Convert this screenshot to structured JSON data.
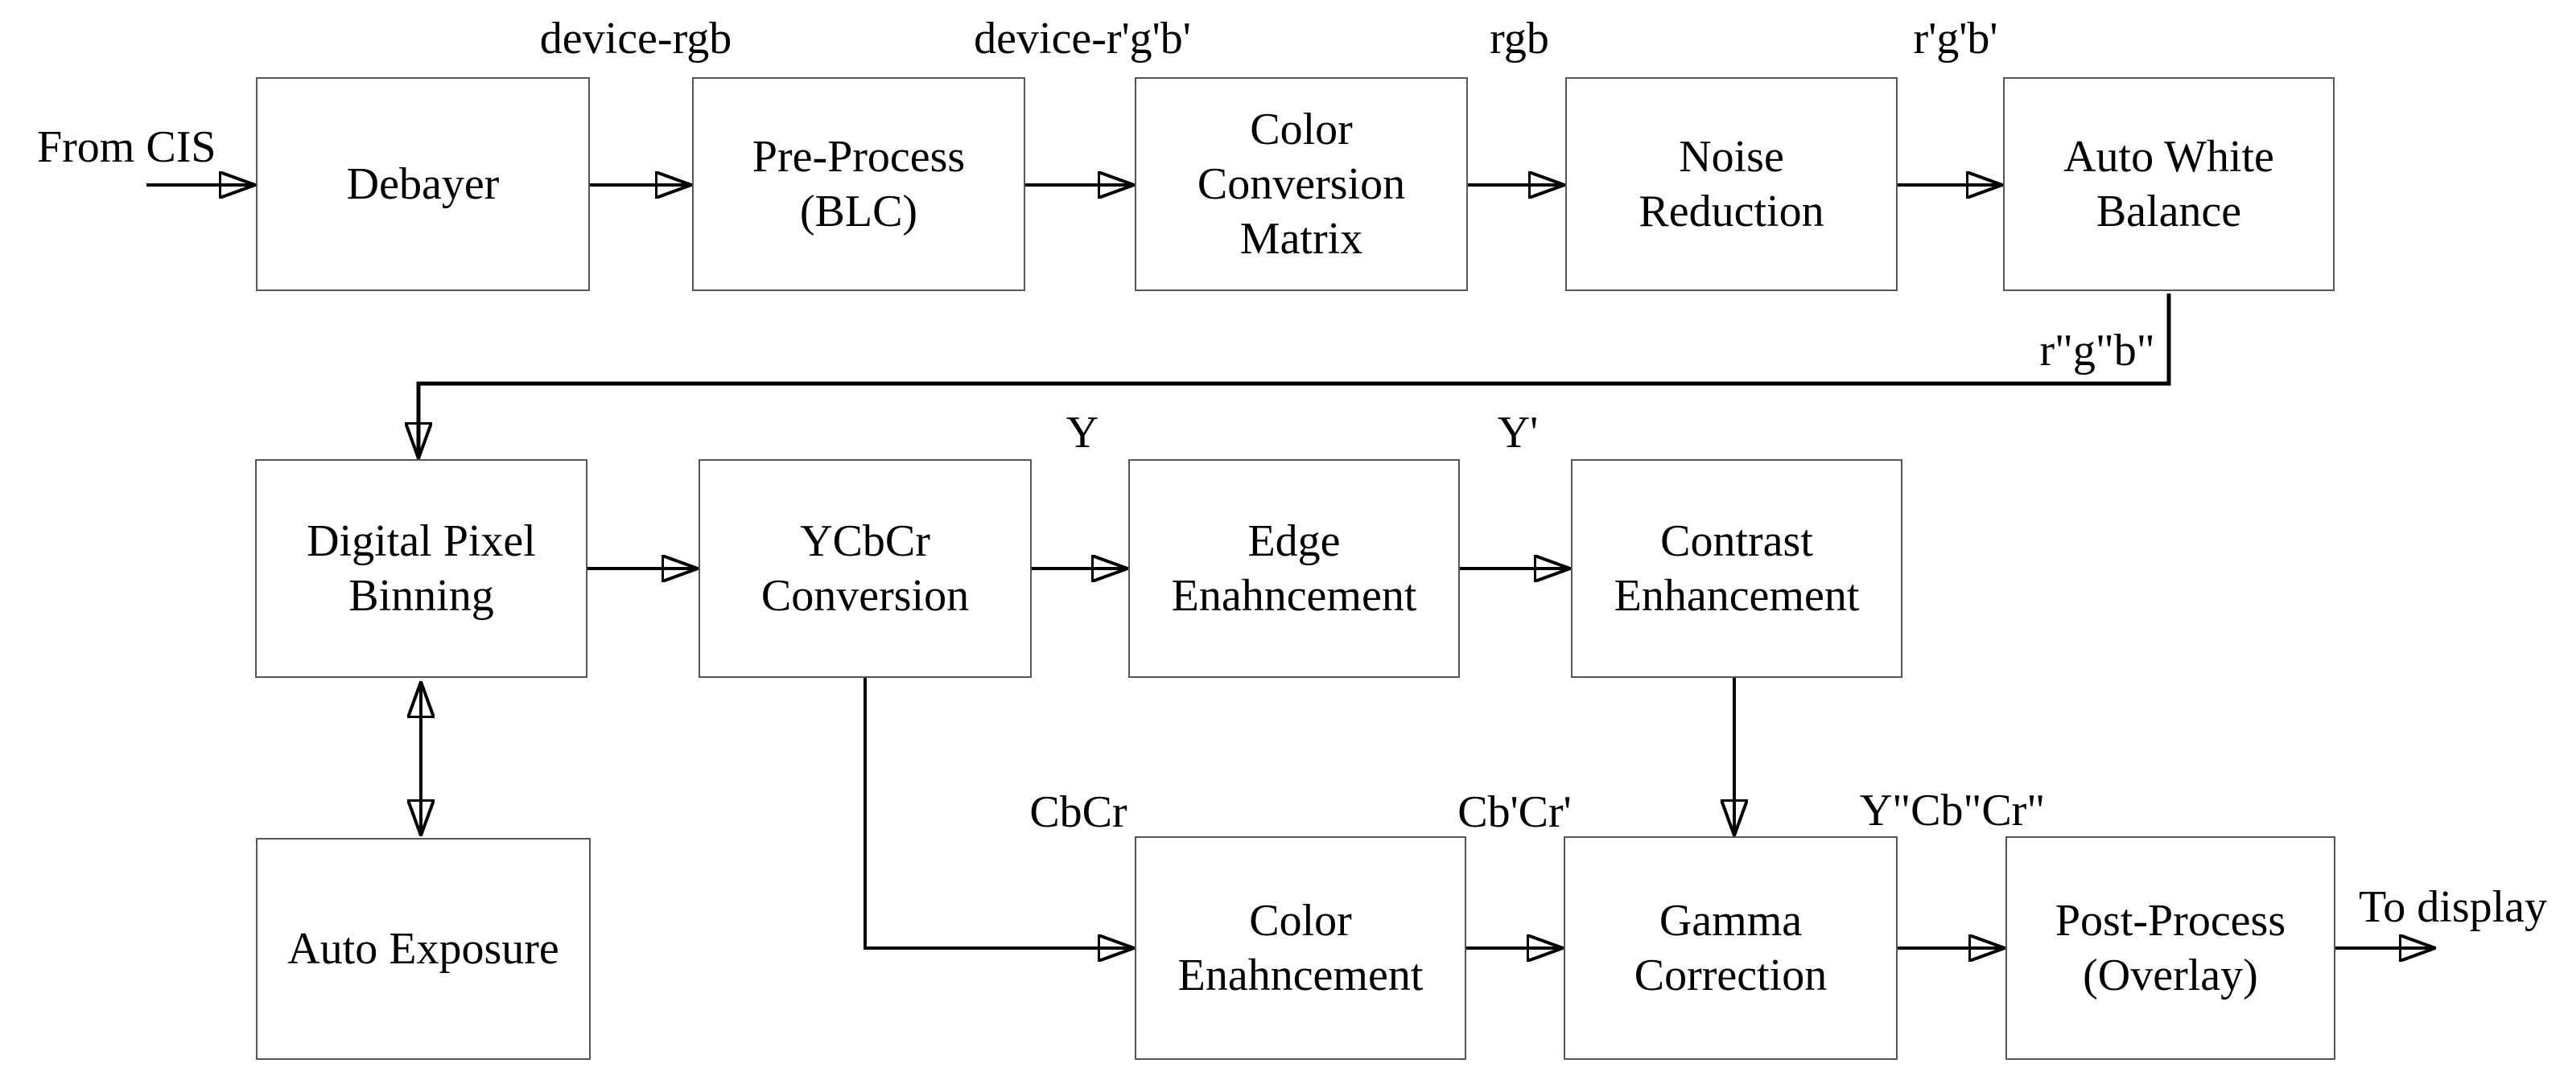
{
  "nodes": [
    {
      "id": "debayer",
      "label": "Debayer"
    },
    {
      "id": "pre-process",
      "label": "Pre-Process\n(BLC)"
    },
    {
      "id": "color-conversion-matrix",
      "label": "Color\nConversion\nMatrix"
    },
    {
      "id": "noise-reduction",
      "label": "Noise\nReduction"
    },
    {
      "id": "auto-white-balance",
      "label": "Auto White\nBalance"
    },
    {
      "id": "digital-pixel-binning",
      "label": "Digital Pixel\nBinning"
    },
    {
      "id": "ycbcr-conversion",
      "label": "YCbCr\nConversion"
    },
    {
      "id": "edge-enahncement",
      "label": "Edge\nEnahncement"
    },
    {
      "id": "contrast-enhancement",
      "label": "Contrast\nEnhancement"
    },
    {
      "id": "auto-exposure",
      "label": "Auto Exposure"
    },
    {
      "id": "color-enahncement",
      "label": "Color\nEnahncement"
    },
    {
      "id": "gamma-correction",
      "label": "Gamma\nCorrection"
    },
    {
      "id": "post-process",
      "label": "Post-Process\n(Overlay)"
    }
  ],
  "labels": {
    "from_cis": "From CIS",
    "device_rgb": "device-rgb",
    "device_rgb_prime": "device-r'g'b'",
    "rgb": "rgb",
    "rgb_prime": "r'g'b'",
    "rgb_doubleprime": "r\"g\"b\"",
    "y": "Y",
    "y_prime": "Y'",
    "cbcr": "CbCr",
    "cbcr_prime": "Cb'Cr'",
    "ycbcr_doubleprime": "Y\"Cb\"Cr\"",
    "to_display": "To display"
  },
  "edges": [
    {
      "from": "CIS",
      "to": "Debayer",
      "signal": "From CIS"
    },
    {
      "from": "Debayer",
      "to": "Pre-Process (BLC)",
      "signal": "device-rgb"
    },
    {
      "from": "Pre-Process (BLC)",
      "to": "Color Conversion Matrix",
      "signal": "device-r'g'b'"
    },
    {
      "from": "Color Conversion Matrix",
      "to": "Noise Reduction",
      "signal": "rgb"
    },
    {
      "from": "Noise Reduction",
      "to": "Auto White Balance",
      "signal": "r'g'b'"
    },
    {
      "from": "Auto White Balance",
      "to": "Digital Pixel Binning",
      "signal": "r\"g\"b\""
    },
    {
      "from": "Digital Pixel Binning",
      "to": "YCbCr Conversion",
      "signal": ""
    },
    {
      "from": "YCbCr Conversion",
      "to": "Edge Enahncement",
      "signal": "Y"
    },
    {
      "from": "Edge Enahncement",
      "to": "Contrast Enhancement",
      "signal": "Y'"
    },
    {
      "from": "Contrast Enhancement",
      "to": "Gamma Correction",
      "signal": ""
    },
    {
      "from": "YCbCr Conversion",
      "to": "Color Enahncement",
      "signal": "CbCr"
    },
    {
      "from": "Color Enahncement",
      "to": "Gamma Correction",
      "signal": "Cb'Cr'"
    },
    {
      "from": "Gamma Correction",
      "to": "Post-Process (Overlay)",
      "signal": "Y\"Cb\"Cr\""
    },
    {
      "from": "Post-Process (Overlay)",
      "to": "display",
      "signal": "To display"
    },
    {
      "from": "Digital Pixel Binning",
      "to": "Auto Exposure",
      "signal": "",
      "bidirectional": true
    }
  ],
  "colors": {
    "background": "#ffffff",
    "line": "#000000",
    "box_border": "#565656",
    "text": "#000000"
  }
}
